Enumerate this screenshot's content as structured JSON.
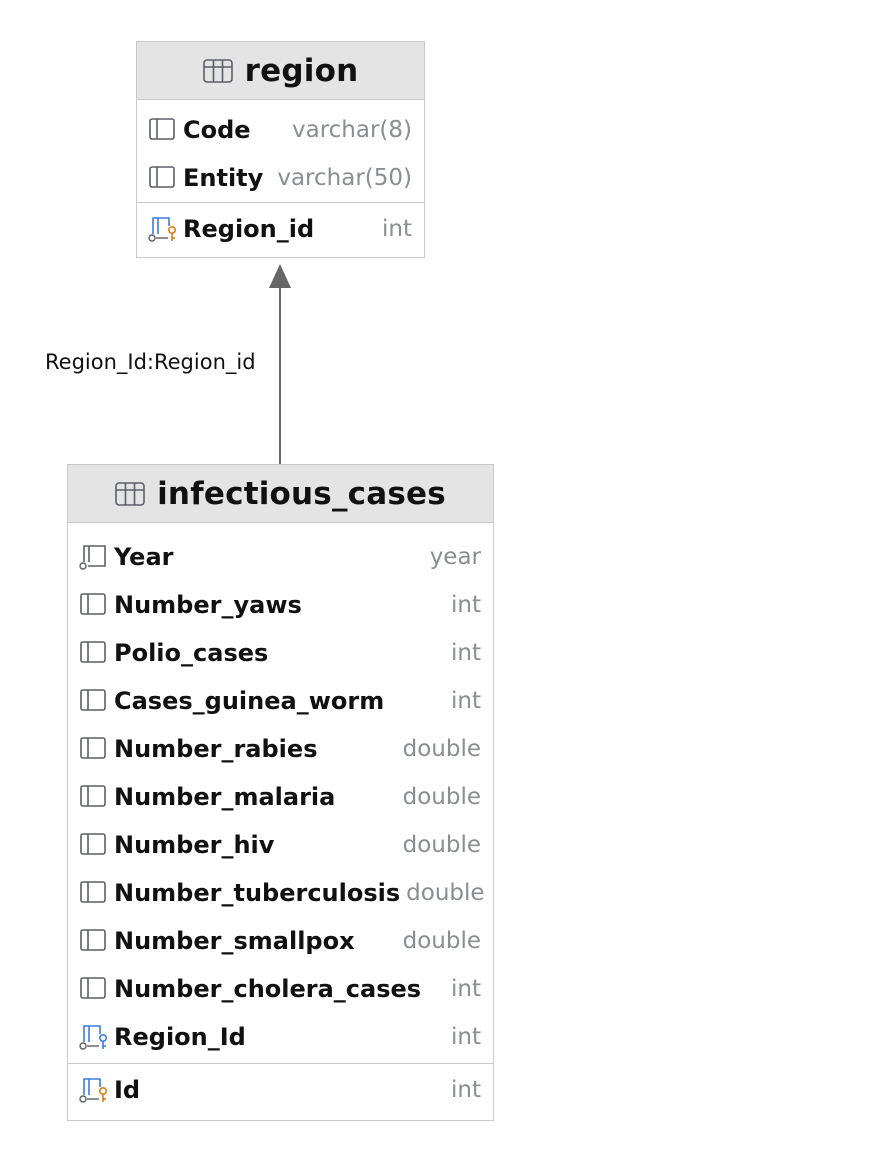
{
  "tables": {
    "region": {
      "title": "region",
      "columns": [
        {
          "name": "Code",
          "type": "varchar(8)",
          "icon": "column-icon"
        },
        {
          "name": "Entity",
          "type": "varchar(50)",
          "icon": "column-icon"
        }
      ],
      "keys": [
        {
          "name": "Region_id",
          "type": "int",
          "icon": "primary-key-icon"
        }
      ]
    },
    "infectious_cases": {
      "title": "infectious_cases",
      "columns": [
        {
          "name": "Year",
          "type": "year",
          "icon": "nullable-column-icon"
        },
        {
          "name": "Number_yaws",
          "type": "int",
          "icon": "column-icon"
        },
        {
          "name": "Polio_cases",
          "type": "int",
          "icon": "column-icon"
        },
        {
          "name": "Cases_guinea_worm",
          "type": "int",
          "icon": "column-icon"
        },
        {
          "name": "Number_rabies",
          "type": "double",
          "icon": "column-icon"
        },
        {
          "name": "Number_malaria",
          "type": "double",
          "icon": "column-icon"
        },
        {
          "name": "Number_hiv",
          "type": "double",
          "icon": "column-icon"
        },
        {
          "name": "Number_tuberculosis",
          "type": "double",
          "icon": "column-icon"
        },
        {
          "name": "Number_smallpox",
          "type": "double",
          "icon": "column-icon"
        },
        {
          "name": "Number_cholera_cases",
          "type": "int",
          "icon": "column-icon"
        },
        {
          "name": "Region_Id",
          "type": "int",
          "icon": "foreign-key-icon"
        }
      ],
      "keys": [
        {
          "name": "Id",
          "type": "int",
          "icon": "primary-key-icon"
        }
      ]
    }
  },
  "relationship": {
    "label": "Region_Id:Region_id"
  },
  "colors": {
    "header_bg": "#e4e4e4",
    "border": "#c9c9c9",
    "type_text": "#8a8d93",
    "line": "#666666",
    "fk_key": "#3d7be0",
    "pk_key": "#e07b1a"
  }
}
